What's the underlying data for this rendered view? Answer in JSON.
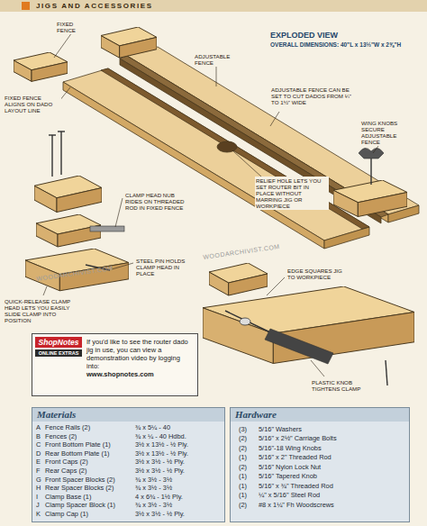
{
  "diagram": {
    "title": "EXPLODED VIEW",
    "nodes": [
      {
        "text": [
          "ShopNotes",
          "ONLINE EXTRAS",
          "If you'd like to see the router dado jig in use, you can view a demonstration video by logging into:",
          "www.shopnotes.com"
        ]
      },
      {
        "text": [
          "Materials"
        ]
      },
      {
        "text": [
          "Hardware"
        ]
      }
    ],
    "labels": [
      "JIGS AND ACCESSORIES",
      "OVERALL DIMENSIONS: 40\"L x 13½\"W x 2⅝\"H",
      "FIXED FENCE",
      "FIXED FENCE ALIGNS ON DADO LAYOUT LINE",
      "ADJUSTABLE FENCE",
      "ADJUSTABLE FENCE CAN BE SET TO CUT DADOS FROM ¼\" TO 1½\" WIDE",
      "WING KNOBS SECURE ADJUSTABLE FENCE",
      "RELIEF HOLE LETS YOU SET ROUTER BIT IN PLACE WITHOUT MARRING JIG OR WORKPIECE",
      "CLAMP HEAD NUB RIDES ON THREADED ROD IN FIXED FENCE",
      "STEEL PIN HOLDS CLAMP HEAD IN PLACE",
      "QUICK-RELEASE CLAMP HEAD LETS YOU EASILY SLIDE CLAMP INTO POSITION",
      "EDGE SQUARES JIG TO WORKPIECE",
      "PLASTIC KNOB TIGHTENS CLAMP",
      "WOODARCHIVIST.COM",
      "WOODARCHIVIST.COM",
      "A",
      "Fence Rails (2)",
      "¾ x 5¼ - 40",
      "B",
      "Fences (2)",
      "¾ x ¼ - 40 Hdbd.",
      "C",
      "Front Bottom Plate (1)",
      "3½ x 13½ - ½ Ply.",
      "D",
      "Rear Bottom Plate (1)",
      "3½ x 13½ - ½ Ply.",
      "E",
      "Front Caps (2)",
      "3½ x 3½ - ½ Ply.",
      "F",
      "Rear Caps (2)",
      "3½ x 3½ - ½ Ply.",
      "G",
      "Front Spacer Blocks (2)",
      "¾ x 3½ - 3½",
      "H",
      "Rear Spacer Blocks (2)",
      "¾ x 3½ - 3½",
      "I",
      "Clamp Base (1)",
      "4 x 6¾ - 1½ Ply.",
      "J",
      "Clamp Spacer Block (1)",
      "¾ x 3½ - 3½",
      "K",
      "Clamp Cap (1)",
      "3½ x 3½ - ½ Ply.",
      "(3)",
      "5/16\" Washers",
      "(2)",
      "5/16\" x 2½\" Carriage Bolts",
      "(2)",
      "5/16\"-18 Wing Knobs",
      "(1)",
      "5/16\" x 2\" Threaded Rod",
      "(2)",
      "5/16\" Nylon Lock Nut",
      "(1)",
      "5/16\" Tapered Knob",
      "(1)",
      "5/16\" x ¾\" Threaded Rod",
      "(1)",
      "¼\" x 5/16\" Steel Rod",
      "(2)",
      "#8 x 1¼\" Fh Woodscrews"
    ]
  }
}
